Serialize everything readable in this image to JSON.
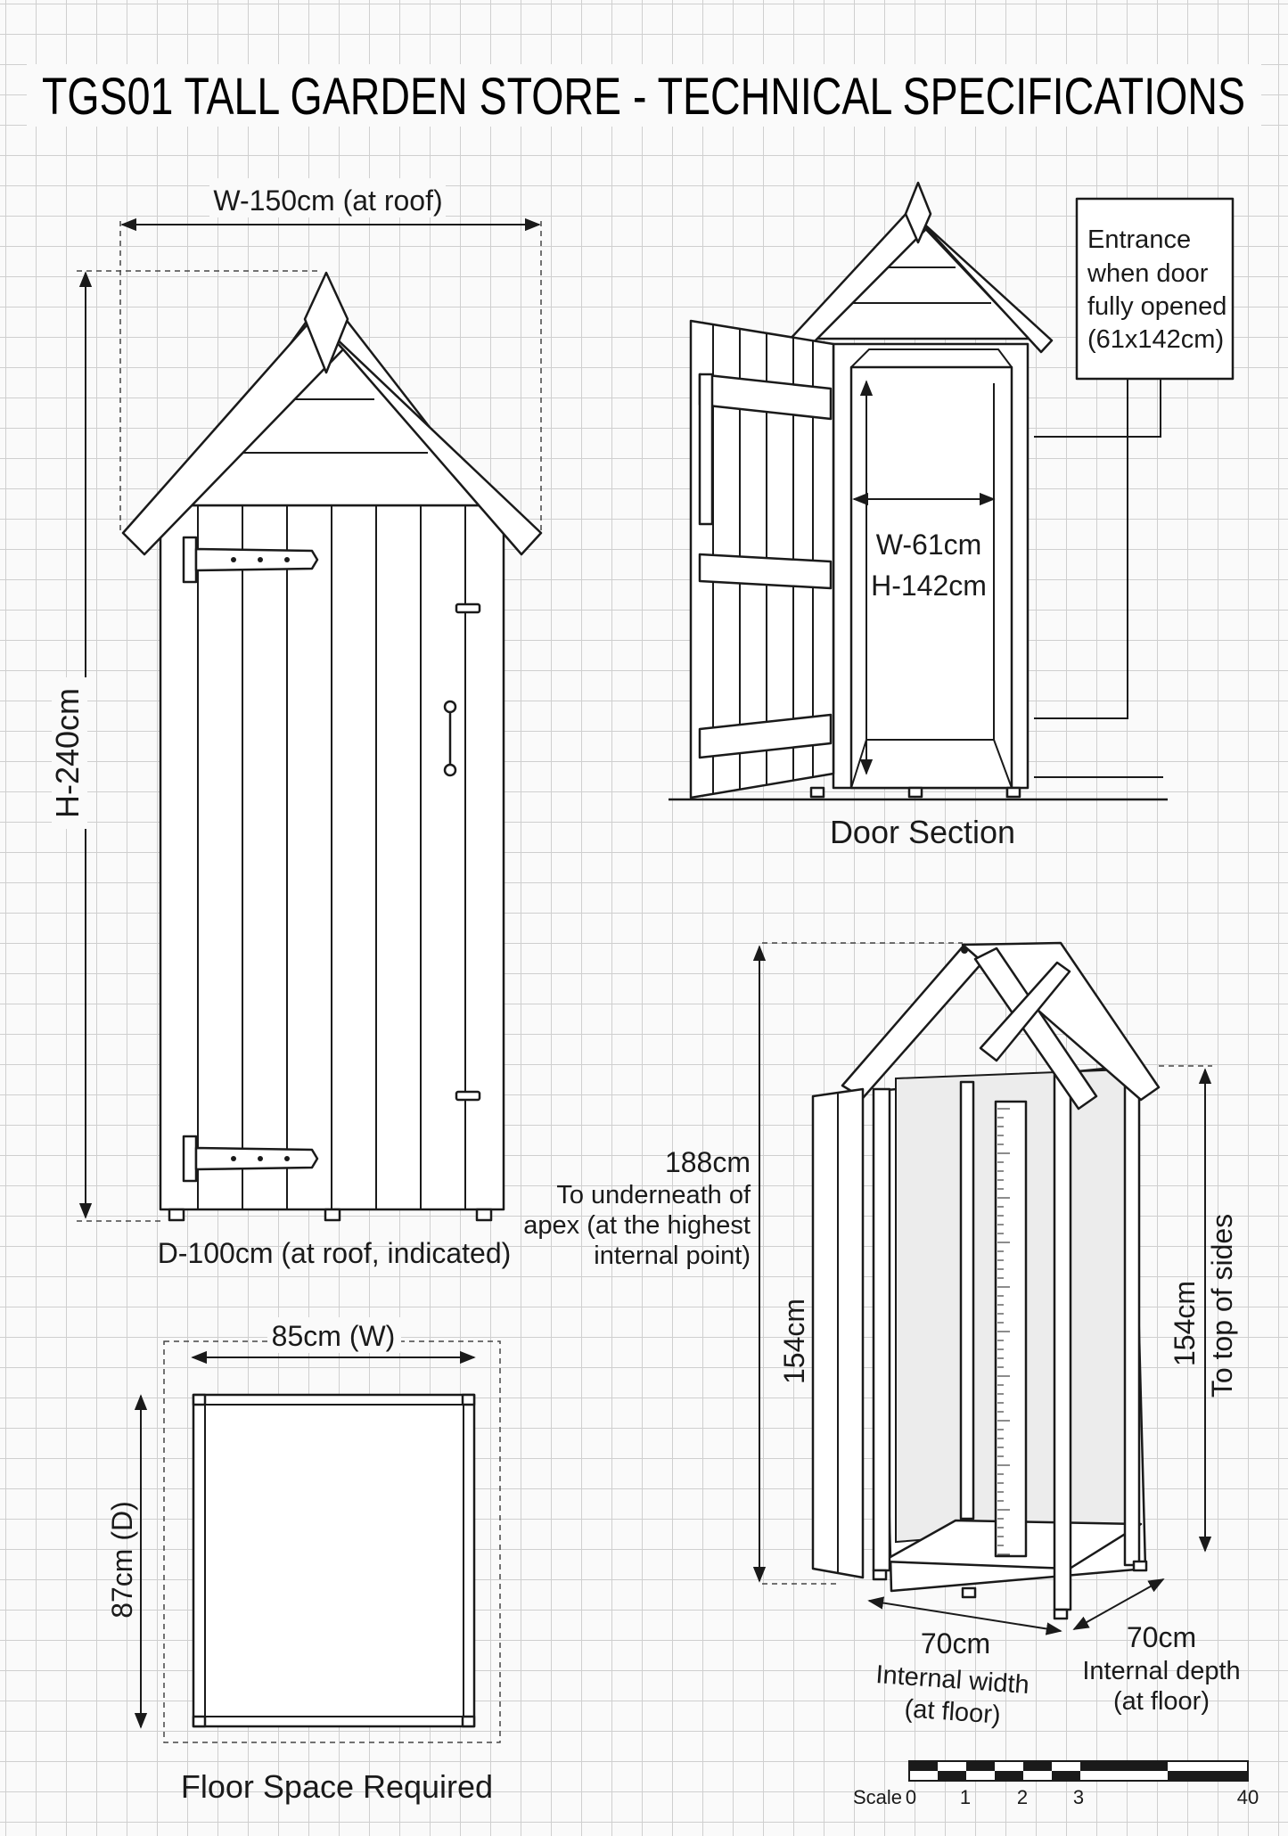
{
  "title": "TGS01 TALL GARDEN STORE - TECHNICAL SPECIFICATIONS",
  "front_view": {
    "width_label": "W-150cm (at roof)",
    "height_label": "H-240cm",
    "depth_label": "D-100cm (at roof, indicated)"
  },
  "door_section": {
    "callout_lines": [
      "Entrance",
      "when door",
      "fully opened",
      "(61x142cm)"
    ],
    "opening_width": "W-61cm",
    "opening_height": "H-142cm",
    "caption": "Door Section"
  },
  "floor_plan": {
    "width_label": "85cm (W)",
    "depth_label": "87cm (D)",
    "caption": "Floor Space Required"
  },
  "interior_view": {
    "apex_value": "188cm",
    "apex_note_lines": [
      "To underneath of",
      "apex (at the highest",
      "internal point)"
    ],
    "left_height": "154cm",
    "right_height": "154cm",
    "right_height_note": "To top of sides",
    "internal_width_lines": [
      "70cm",
      "Internal width",
      "(at floor)"
    ],
    "internal_depth_lines": [
      "70cm",
      "Internal depth",
      "(at floor)"
    ]
  },
  "scale_bar": {
    "label": "Scale",
    "ticks": [
      "0",
      "1",
      "2",
      "3",
      "40"
    ]
  }
}
